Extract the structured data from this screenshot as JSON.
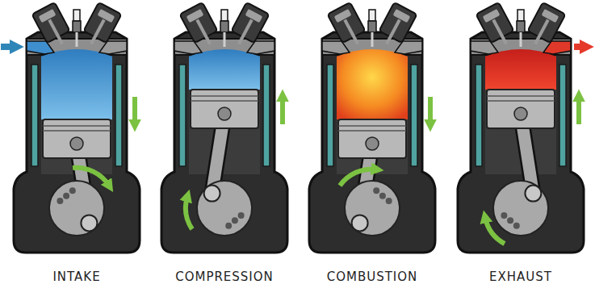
{
  "diagram": {
    "labels": [
      "INTAKE",
      "COMPRESSION",
      "COMBUSTION",
      "EXHAUST"
    ]
  }
}
